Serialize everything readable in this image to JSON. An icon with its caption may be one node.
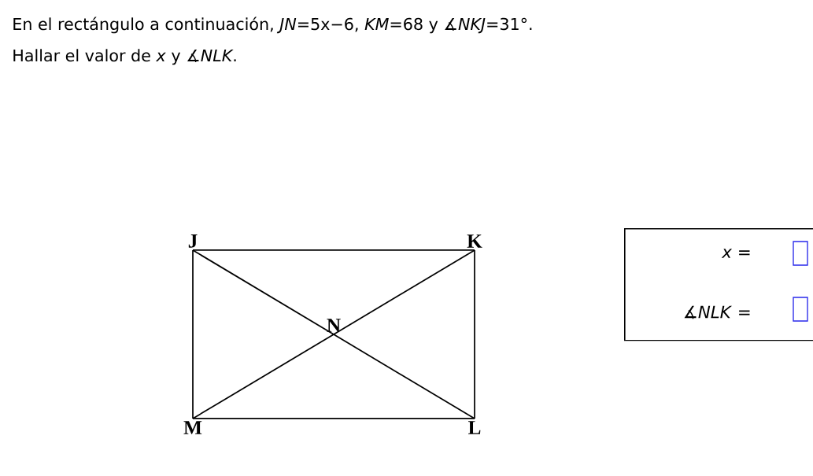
{
  "diagram": {
    "nodes": [
      {
        "text": [
          "J"
        ]
      },
      {
        "text": [
          "K"
        ]
      },
      {
        "text": [
          "N"
        ]
      },
      {
        "text": [
          "M"
        ]
      },
      {
        "text": [
          "L"
        ]
      },
      {
        "text": [
          "*x* =",
          "∡*NLK* ="
        ]
      }
    ],
    "edges": [
      {
        "from": 0,
        "to": 1,
        "arrow": "none"
      },
      {
        "from": 1,
        "to": 4,
        "arrow": "none"
      },
      {
        "from": 4,
        "to": 3,
        "arrow": "none"
      },
      {
        "from": 3,
        "to": 0,
        "arrow": "none"
      },
      {
        "from": 0,
        "to": 2,
        "arrow": "none"
      },
      {
        "from": 2,
        "to": 4,
        "arrow": "none"
      },
      {
        "from": 1,
        "to": 2,
        "arrow": "none"
      },
      {
        "from": 2,
        "to": 3,
        "arrow": "none"
      }
    ],
    "labels": [
      "En el rectángulo a continuación, *JN*=5x−6, *KM*=68 y ∡*NKJ*=31°.",
      "Hallar el valor de *x* y ∡*NLK*."
    ]
  }
}
